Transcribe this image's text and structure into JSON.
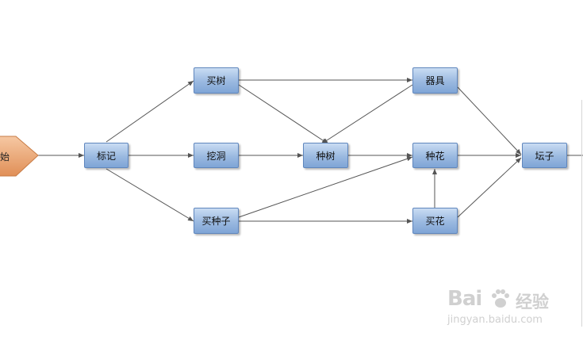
{
  "start": {
    "label": "始"
  },
  "nodes": {
    "biaoji": "标记",
    "maishu": "买树",
    "wadong": "挖洞",
    "maizhongzi": "买种子",
    "zhongshu": "种树",
    "qiju": "器具",
    "zhonghua": "种花",
    "maihua": "买花",
    "tanzi": "坛子"
  },
  "watermark": {
    "brand_a": "Bai",
    "brand_b": "du",
    "brand_cn": "经验",
    "url": "jingyan.baidu.com"
  },
  "colors": {
    "node_fill": "#9ab9e0",
    "node_border": "#5f86bd",
    "edge": "#555555",
    "start_fill": "#eaa574"
  }
}
